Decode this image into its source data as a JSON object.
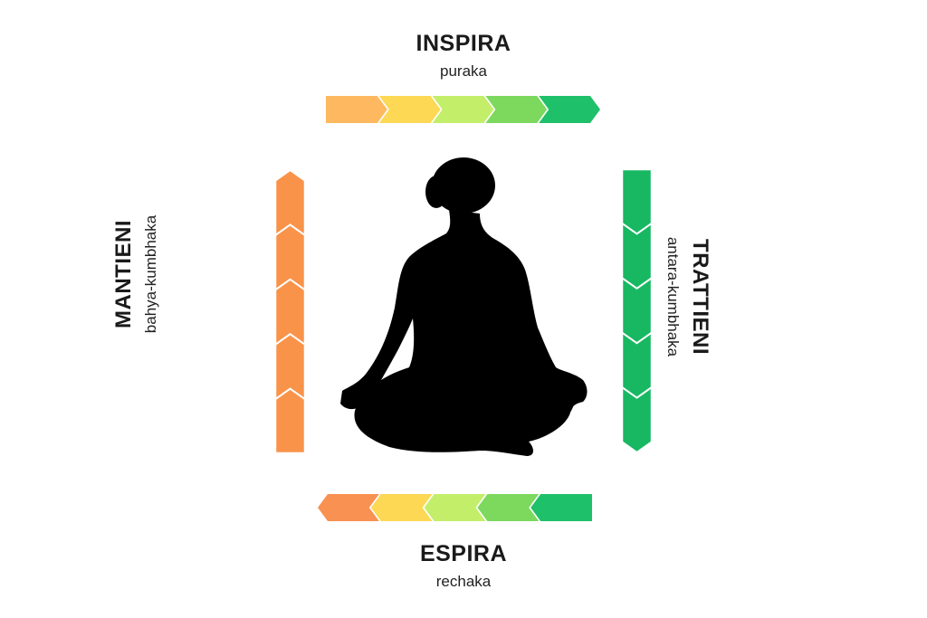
{
  "diagram": {
    "top": {
      "title": "INSPIRA",
      "subtitle": "puraka"
    },
    "right": {
      "title": "TRATTIENI",
      "subtitle": "antara-kumbhaka"
    },
    "bottom": {
      "title": "ESPIRA",
      "subtitle": "rechaka"
    },
    "left": {
      "title": "MANTIENI",
      "subtitle": "bahya-kumbhaka"
    }
  },
  "colors": {
    "inhale_gradient": [
      "#fdb860",
      "#fdd855",
      "#c3ee6a",
      "#7dd85e",
      "#1fc06a"
    ],
    "exhale_gradient": [
      "#f99152",
      "#fdd855",
      "#c3ee6a",
      "#7dd85e",
      "#1fc06a"
    ],
    "hold_full": "#17b861",
    "hold_empty": "#f9934a",
    "silhouette": "#000000",
    "background": "#ffffff"
  },
  "icons": {
    "center": "meditating-figure-silhouette"
  }
}
